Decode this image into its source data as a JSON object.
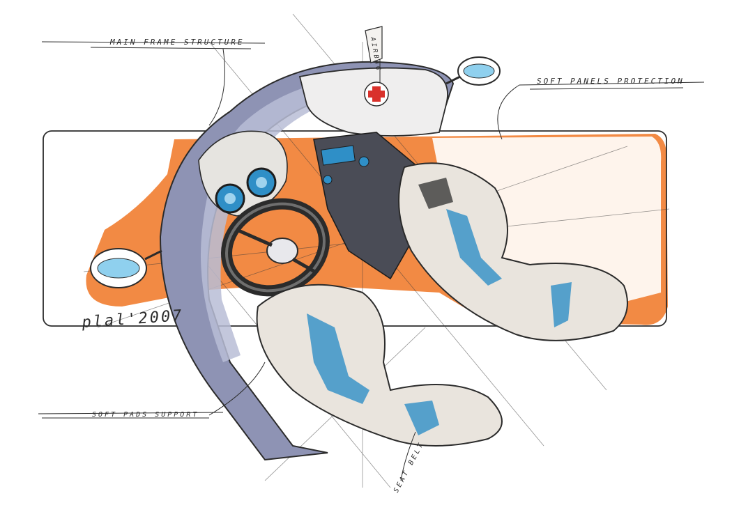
{
  "annotations": {
    "main_frame": "MAIN FRAME STRUCTURE",
    "soft_panels": "SOFT PANELS PROTECTION",
    "soft_pads": "SOFT PADS SUPPORT",
    "seat_belt": "SEAT BELT",
    "airbag": "AIRBAG",
    "signature": "plal'2007"
  },
  "colors": {
    "accent_orange": "#f07a2a",
    "interior_blue": "#2f8fc7",
    "frame_grey": "#8e93b4",
    "seat_light": "#e9e4dd",
    "ink": "#2b2b2b",
    "badge_red": "#d9312b"
  }
}
